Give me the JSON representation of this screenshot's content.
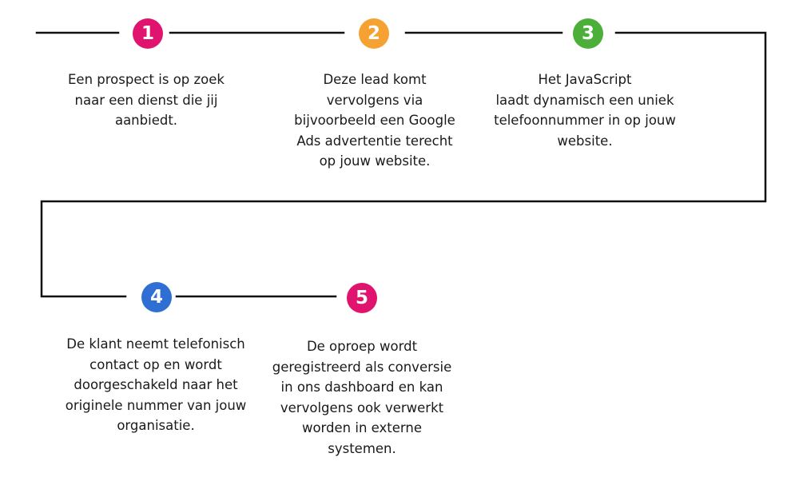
{
  "steps": [
    {
      "number": "1",
      "color": "#e0146e",
      "text": "Een prospect  is op zoek\nnaar een dienst die jij\naanbiedt."
    },
    {
      "number": "2",
      "color": "#f5a233",
      "text": "Deze lead komt\nvervolgens via\nbijvoorbeeld een Google\nAds advertentie terecht\nop jouw website."
    },
    {
      "number": "3",
      "color": "#4caf3a",
      "text": "Het JavaScript\nlaadt dynamisch een uniek\ntelefoonnummer in op jouw\nwebsite."
    },
    {
      "number": "4",
      "color": "#2f6fd4",
      "text": "De klant neemt telefonisch\ncontact op en wordt\ndoorgeschakeld naar het\noriginele nummer van jouw\norganisatie."
    },
    {
      "number": "5",
      "color": "#e0146e",
      "text": "De oproep wordt\ngeregistreerd als conversie\nin ons dashboard en kan\nvervolgens ook verwerkt\nworden in externe\nsystemen."
    }
  ]
}
